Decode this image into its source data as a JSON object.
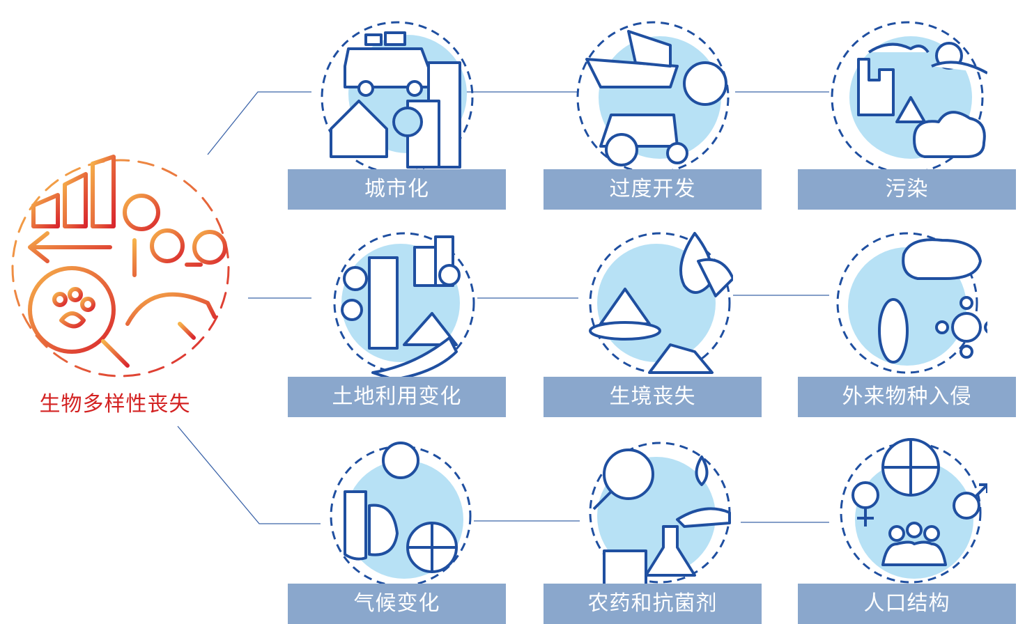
{
  "root": {
    "label": "生物多样性丧失",
    "icon": "biodiversity-loss-icon"
  },
  "nodes": [
    {
      "id": "urbanization",
      "label": "城市化",
      "icon": "urbanization-icon"
    },
    {
      "id": "overexploitation",
      "label": "过度开发",
      "icon": "overexploitation-icon"
    },
    {
      "id": "pollution",
      "label": "污染",
      "icon": "pollution-icon"
    },
    {
      "id": "land-use-change",
      "label": "土地利用变化",
      "icon": "land-use-change-icon"
    },
    {
      "id": "habitat-loss",
      "label": "生境丧失",
      "icon": "habitat-loss-icon"
    },
    {
      "id": "invasive-species",
      "label": "外来物种入侵",
      "icon": "invasive-species-icon"
    },
    {
      "id": "climate-change",
      "label": "气候变化",
      "icon": "climate-change-icon"
    },
    {
      "id": "pesticides-antibiotics",
      "label": "农药和抗菌剂",
      "icon": "pesticides-antibiotics-icon"
    },
    {
      "id": "population-structure",
      "label": "人口结构",
      "icon": "population-structure-icon"
    }
  ],
  "colors": {
    "label_bg": "#8aa7cc",
    "icon_stroke": "#1f4fa0",
    "icon_fill": "#b7e1f5",
    "root_accent": "#d32222",
    "root_warm": "#f3a343"
  }
}
